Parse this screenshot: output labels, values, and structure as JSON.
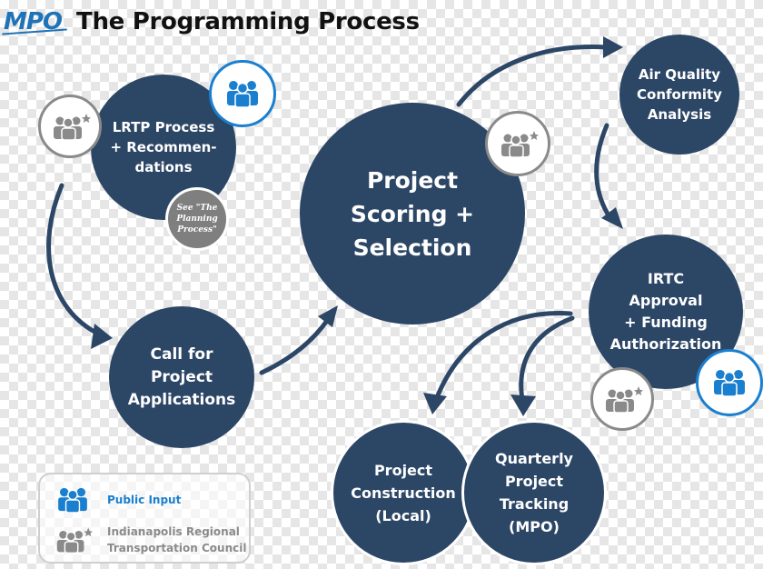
{
  "header": {
    "logo_text": "MPO",
    "title": "The Programming Process"
  },
  "nodes": {
    "lrtp": {
      "lines": [
        "LRTP Process",
        "+ Recommen-",
        "dations"
      ]
    },
    "see_note": {
      "text": "See \"The Planning Process\""
    },
    "call": {
      "lines": [
        "Call for",
        "Project",
        "Applications"
      ]
    },
    "scoring": {
      "lines": [
        "Project",
        "Scoring +",
        "Selection"
      ]
    },
    "air": {
      "lines": [
        "Air Quality",
        "Conformity",
        "Analysis"
      ]
    },
    "irtc": {
      "lines": [
        "IRTC",
        "Approval",
        "+ Funding",
        "Authorization"
      ]
    },
    "construction": {
      "lines": [
        "Project",
        "Construction",
        "(Local)"
      ]
    },
    "tracking": {
      "lines": [
        "Quarterly",
        "Project",
        "Tracking",
        "(MPO)"
      ]
    }
  },
  "legend": {
    "public_input": "Public Input",
    "irtc_line1": "Indianapolis Regional",
    "irtc_line2": "Transportation Council"
  },
  "colors": {
    "node_fill": "#2c4666",
    "public_input": "#1a7fcf",
    "irtc": "#8a8a8a",
    "logo": "#1f73b7"
  },
  "icons": {
    "public_input": "people-group-icon",
    "irtc": "people-group-star-icon"
  }
}
